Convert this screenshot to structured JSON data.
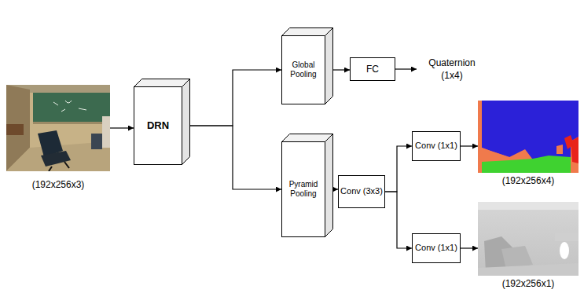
{
  "diagram": {
    "nodes": [
      {
        "text": [
          "(192x256x3)"
        ]
      },
      {
        "text": [
          "DRN"
        ]
      },
      {
        "text": [
          "Global Pooling"
        ]
      },
      {
        "text": [
          "FC"
        ]
      },
      {
        "text": [
          "Pyramid Pooling"
        ]
      },
      {
        "text": [
          "Conv (3x3)"
        ]
      },
      {
        "text": [
          "Conv (1x1)"
        ]
      },
      {
        "text": [
          "(192x256x4)"
        ]
      },
      {
        "text": [
          "Conv (1x1)"
        ]
      },
      {
        "text": [
          "(192x256x1)"
        ]
      }
    ],
    "edges": [
      {
        "from": 0,
        "to": 1,
        "arrow": "to"
      },
      {
        "from": 1,
        "to": 2,
        "arrow": "to"
      },
      {
        "from": 1,
        "to": 4,
        "arrow": "to"
      },
      {
        "from": 2,
        "to": 3,
        "arrow": "to"
      },
      {
        "from": 4,
        "to": 5,
        "arrow": "to"
      },
      {
        "from": 5,
        "to": 6,
        "arrow": "to"
      },
      {
        "from": 5,
        "to": 8,
        "arrow": "to"
      },
      {
        "from": 6,
        "to": 7,
        "arrow": "to"
      },
      {
        "from": 8,
        "to": 9,
        "arrow": "to"
      }
    ],
    "labels": [
      "Quaternion (1x4)"
    ]
  }
}
